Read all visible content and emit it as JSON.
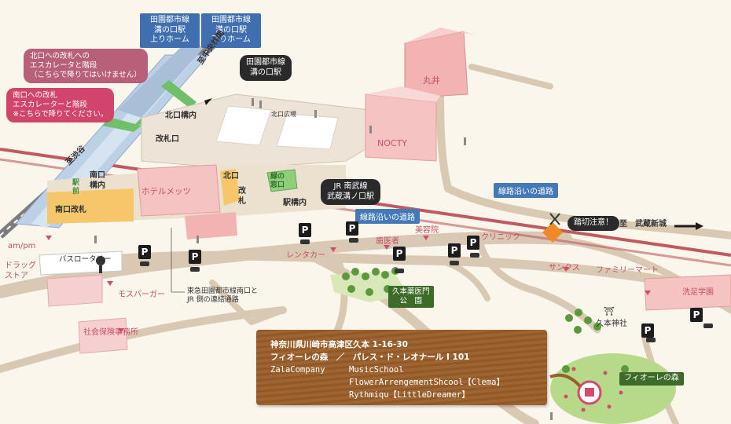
{
  "callouts": {
    "up_platform": [
      "田園都市線",
      "溝の口駅",
      "上りホーム"
    ],
    "down_platform": [
      "田園都市線",
      "溝の口駅",
      "下りホーム"
    ],
    "north_exit_escalator": [
      "北口への改札への",
      "エスカレータと階段",
      "（こちらで降りてはいけません）"
    ],
    "south_exit_escalator": [
      "南口への改札",
      "エスカレーターと階段",
      "※こちらで降りてください。"
    ],
    "denentoshi_station": [
      "田園都市線",
      "溝の口駅"
    ],
    "jr_station": [
      "JR 南武線",
      "武蔵溝ノ口駅"
    ],
    "railway_crossing": "踏切注意！"
  },
  "road_tags": {
    "along_tracks_1": "線路沿いの道路",
    "along_tracks_2": "線路沿いの道路"
  },
  "directions": {
    "chuo_rinkan": "至中央林間",
    "shibuya": "至渋谷",
    "musashi_shinjo": "至　武蔵新城"
  },
  "station_labels": {
    "north_concourse": "北口構内",
    "ticket_gate": "改札口",
    "north_plaza": "北口広場",
    "south_concourse": [
      "南口",
      "構内"
    ],
    "ekimae": [
      "駅",
      "前"
    ],
    "south_gate": "南口改札",
    "hotel": "ホテルメッツ",
    "north": "北口",
    "gate_vertical": [
      "改",
      "札"
    ],
    "green_counter": [
      "緑の",
      "窓口"
    ],
    "station_concourse": "駅構内"
  },
  "buildings": {
    "marui": "丸井",
    "nocty": "NOCTY"
  },
  "places": {
    "amPm": "am/pm",
    "drugstore": [
      "ドラッグ",
      "ストア"
    ],
    "bus_rotary": "バスロータリー",
    "mos_burger": "モスバーガー",
    "connecting_passage": [
      "東急田園都市線南口と",
      "JR 側の連結通路"
    ],
    "rental_car": "レンタカー",
    "dental": "歯医者",
    "beauty_salon": "美容院",
    "clinic": "クリニック",
    "sunkus": "サンクス",
    "family_mart": "ファミリーマート",
    "senzoku": "洗足学園",
    "kumoto_gate_park": [
      "久本薬医門",
      "公　園"
    ],
    "shrine": "久本神社",
    "social_insurance": "社会保険事務所",
    "fiore_forest": "フィオーレの森"
  },
  "info_board": {
    "address": "神奈川県川崎市高津区久本 1-16-30",
    "building": "フィオーレの森　／　パレス・ド・レオナール I 101",
    "tenant_1": "ZalaCompany",
    "tenant_2": "MusicSchool",
    "tenant_3": "FlowerArrengementShcool【Clema】",
    "tenant_4": "Rythmiqu【LittleDreamer】"
  },
  "parking_symbol": "P"
}
